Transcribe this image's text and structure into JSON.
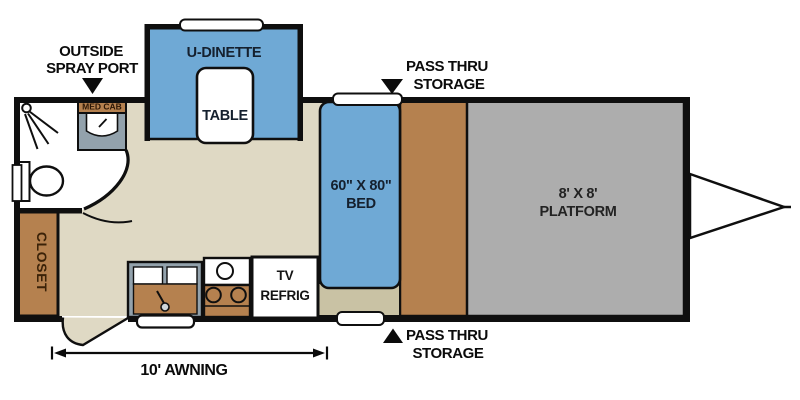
{
  "floorplan": {
    "exterior_labels": {
      "spray_port": {
        "line1": "OUTSIDE",
        "line2": "SPRAY PORT"
      },
      "pass_thru_top": {
        "line1": "PASS THRU",
        "line2": "STORAGE"
      },
      "pass_thru_bottom": {
        "line1": "PASS THRU",
        "line2": "STORAGE"
      },
      "awning": "10' AWNING"
    },
    "rooms": {
      "dinette": {
        "label": "U-DINETTE",
        "table": "TABLE"
      },
      "bed": {
        "line1": "60\" X 80\"",
        "line2": "BED"
      },
      "platform": {
        "line1": "8' X 8'",
        "line2": "PLATFORM"
      },
      "closet": "CLOSET",
      "med_cab": "MED CAB",
      "tv_refrig": {
        "line1": "TV",
        "line2": "REFRIG"
      }
    },
    "colors": {
      "wall": "#0F0F0F",
      "floor": "#DFD9C4",
      "blue": "#6FA9D5",
      "brown": "#B5814F",
      "platform_gray": "#ADADAD",
      "olive": "#C9C2A4",
      "slate": "#93A2AC",
      "white": "#FFFFFF"
    }
  }
}
